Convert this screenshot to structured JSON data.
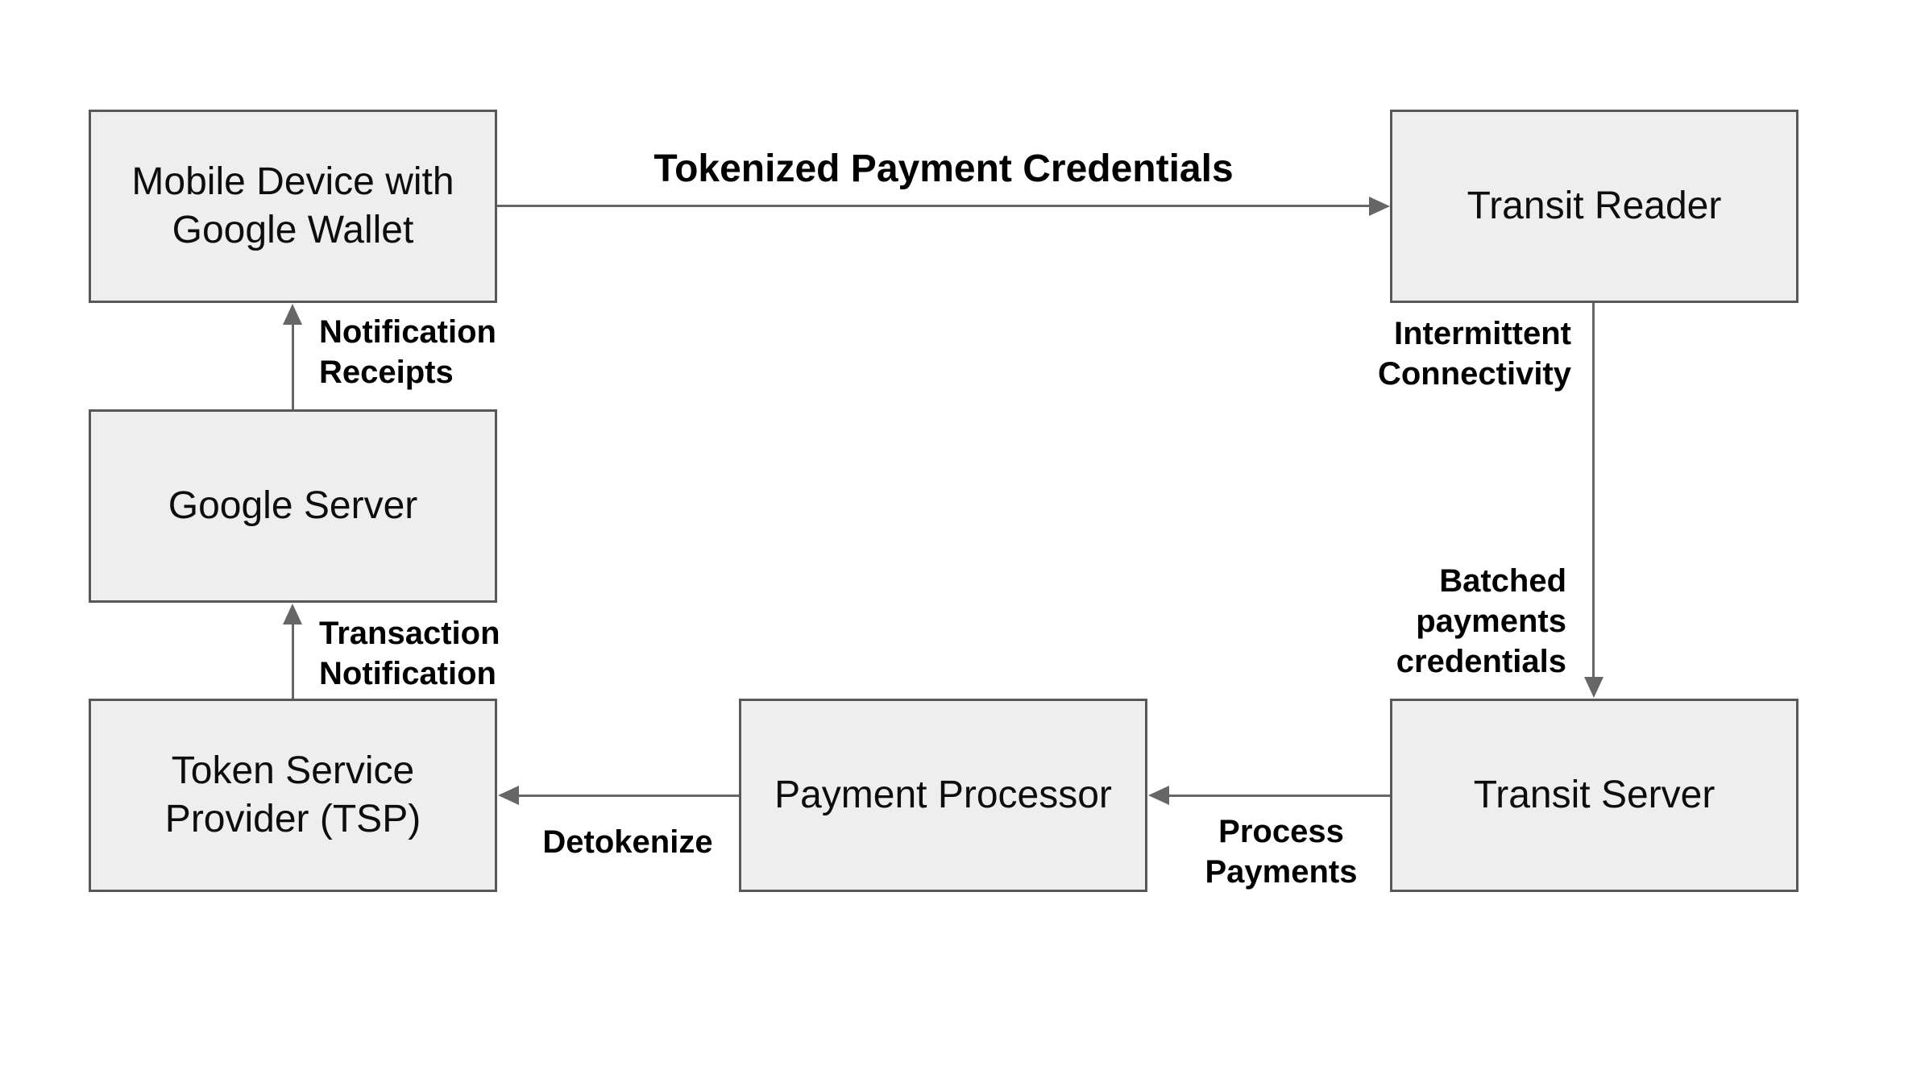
{
  "colors": {
    "node_fill": "#eeeeee",
    "node_border": "#57585a",
    "arrow": "#666666",
    "node_text": "#0d0d0d",
    "label_text": "#000000",
    "background": "#ffffff"
  },
  "diagram": {
    "type": "flowchart",
    "nodes": {
      "mobile_device": {
        "label": "Mobile Device with\nGoogle Wallet"
      },
      "transit_reader": {
        "label": "Transit Reader"
      },
      "google_server": {
        "label": "Google Server"
      },
      "tsp": {
        "label": "Token Service\nProvider (TSP)"
      },
      "payment_processor": {
        "label": "Payment Processor"
      },
      "transit_server": {
        "label": "Transit Server"
      }
    },
    "edges": {
      "tokenized_payment_credentials": {
        "label": "Tokenized Payment Credentials",
        "from": "mobile_device",
        "to": "transit_reader",
        "direction": "right"
      },
      "notification_receipts": {
        "label": "Notification\nReceipts",
        "from": "google_server",
        "to": "mobile_device",
        "direction": "up"
      },
      "transaction_notification": {
        "label": "Transaction\nNotification",
        "from": "tsp",
        "to": "google_server",
        "direction": "up"
      },
      "intermittent_connectivity": {
        "label": "Intermittent\nConnectivity",
        "from": "transit_reader",
        "to": "transit_server",
        "direction": "down"
      },
      "batched_payments_credentials": {
        "label": "Batched\npayments\ncredentials",
        "from": "transit_reader",
        "to": "transit_server",
        "direction": "down"
      },
      "process_payments": {
        "label": "Process\nPayments",
        "from": "transit_server",
        "to": "payment_processor",
        "direction": "left"
      },
      "detokenize": {
        "label": "Detokenize",
        "from": "payment_processor",
        "to": "tsp",
        "direction": "left"
      }
    }
  }
}
